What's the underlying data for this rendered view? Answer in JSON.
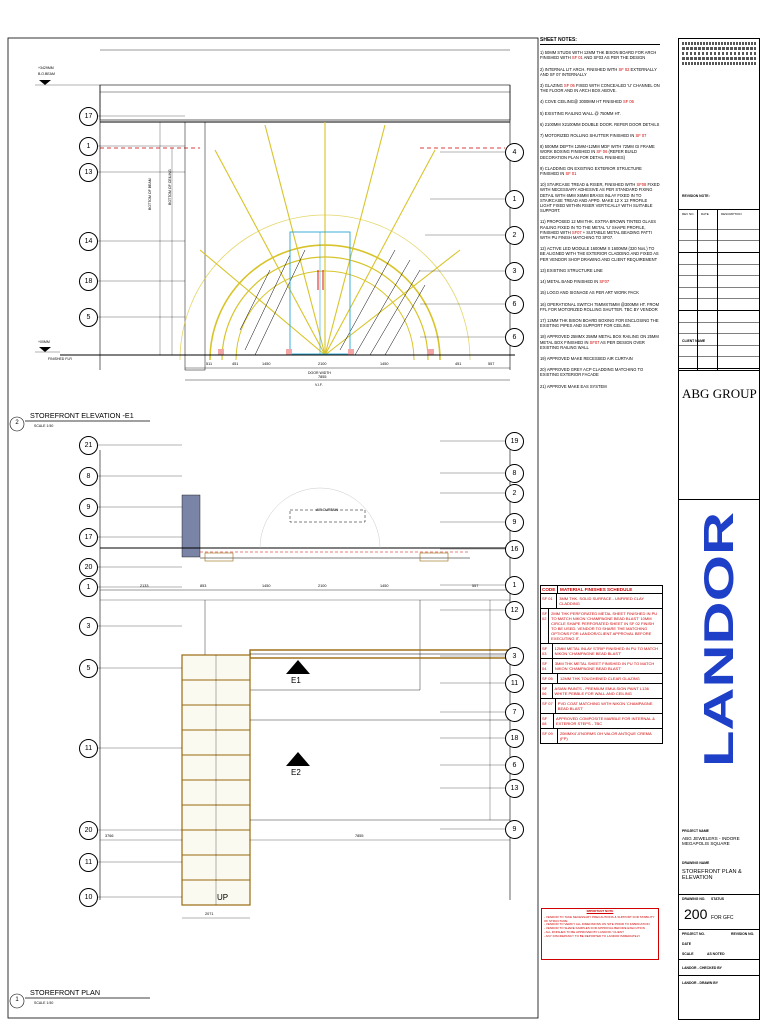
{
  "drawing": {
    "top_view_title": "STOREFRONT ELEVATION -E1",
    "top_view_number": "2",
    "top_view_scale": "SCALE 1:50",
    "bottom_view_title": "STOREFRONT PLAN",
    "bottom_view_number": "1",
    "bottom_view_scale": "SCALE 1:50",
    "level_top": "+3429MM",
    "level_top_sub": "B.O.BEAM",
    "level_bottom": "+00MM",
    "level_bottom_sub": "FINISHED FLR",
    "arch_labels": [
      "BOTTOM OF BEAM",
      "BOTTOM OF CEILING"
    ],
    "door_width": "DOOR WIDTH",
    "air_curtain": "AIR CURTAIN",
    "e1_label": "E1",
    "e2_label": "E2",
    "up_label": "UP",
    "vif": "V.I.F.",
    "elev_dims": [
      "511",
      "451",
      "1450",
      "2100",
      "1450",
      "451",
      "557",
      "7855"
    ],
    "plan_dims": [
      "2133",
      "853",
      "1450",
      "2100",
      "1450",
      "557",
      "3766",
      "7855",
      "2071"
    ],
    "elev_tags_left": [
      "17",
      "1",
      "13",
      "14",
      "18",
      "5"
    ],
    "elev_tags_right": [
      "4",
      "1",
      "2",
      "3",
      "6",
      "6"
    ],
    "plan_tags_left": [
      "21",
      "8",
      "9",
      "17",
      "20",
      "1",
      "3",
      "5",
      "11",
      "20",
      "11",
      "10"
    ],
    "plan_tags_right": [
      "19",
      "8",
      "2",
      "9",
      "16",
      "1",
      "12",
      "3",
      "11",
      "7",
      "18",
      "6",
      "13",
      "9"
    ]
  },
  "notes": {
    "heading": "SHEET NOTES:",
    "items": [
      {
        "pre": "1) 50MM STUDS WITH 12MM THK BISON BOARD FOR ARCH FINISHED WITH ",
        "ref": "SF 01",
        "post": " AND SF03 AS PER THE DESIGN"
      },
      {
        "pre": "2) INTERNAL LIT ARCH. FINISHED WITH ",
        "ref": "SF 02",
        "post": " EXTERNALLY AND SF 07 INTERNALLY"
      },
      {
        "pre": "3) GLAZING ",
        "ref": "SF 05",
        "post": " FIXED WITH CONCEALED 'U' CHANNEL ON THE FLOOR AND IN ARCH BOX ABOVE."
      },
      {
        "pre": "4) COVE CEILING@ 3000MM HT FINISHED ",
        "ref": "SF 06",
        "post": ""
      },
      {
        "pre": "5) EXISTING RAILING WALL @ 750MM HT.",
        "ref": "",
        "post": ""
      },
      {
        "pre": "6) 2100MM X2100MM DOUBLE DOOR. REFER DOOR DETAILS",
        "ref": "",
        "post": ""
      },
      {
        "pre": "7) MOTORIZED ROLLING SHUTTER FINISHED IN ",
        "ref": "SF 07",
        "post": ""
      },
      {
        "pre": "8) 500MM DEPTH 12MM+12MM MDF WITH 72MM GI FRAME WORK BOXING FINISHED IN ",
        "ref": "SF 06",
        "post": " (REFER BUILD DECORATION PLAN FOR DETAIL FINISHES)"
      },
      {
        "pre": "9) CLADDING ON EXISTING EXTERIOR STRUCTURE FINISHED IN ",
        "ref": "SF 01",
        "post": ""
      },
      {
        "pre": "10) STAIRCASE TREAD & RISER, FINISHED WITH ",
        "ref": "SF08",
        "post": " FIXED WITH NECESSARY ADHESIVE AS PER STANDARD FIXING DETAIL WITH 6MM X6MM BRASS INLAY FIXED IN TO STAIRCASE TREAD AND APPD. MAKE 12 X 12 PROFILE LIGHT FIXED WITHIN RISER VERTICALLY WITH SUITABLE SUPPORT."
      },
      {
        "pre": "11) PROPOSED 12 MM THK. EXTRA BROWN TINTED GLASS RAILING FIXED IN TO THE METAL 'U' SHAPE PROFILE, FINISHED WITH ",
        "ref": "SF07",
        "post": " + SUITABLE METAL BEADING PATTI WITH PU FINISH MATCHING TO SF07."
      },
      {
        "pre": "12) ACTIVE LED MODULE 1600MM X 1600MM (320 Nos.) TO BE ALIGNED WITH THE EXTERIOR CLADDING AND FIXED AS PER VENDOR SHOP DRAWING AND CLIENT REQUIREMENT",
        "ref": "",
        "post": ""
      },
      {
        "pre": "13) EXISTING STRUCTURE LINE",
        "ref": "",
        "post": ""
      },
      {
        "pre": "14) METAL BAND FINISHED IN ",
        "ref": "SF07",
        "post": ""
      },
      {
        "pre": "15) LOGO AND SIGNAGE AS PER ART WORK PACK",
        "ref": "",
        "post": ""
      },
      {
        "pre": "16) OPERATIONAL SWITCH 75MMX75MM @300MM HT. FROM FFL FOR MOTORIZED ROLLING SHUTTER. TBC BY VENDOR",
        "ref": "",
        "post": ""
      },
      {
        "pre": "17) 12MM THK BISON BOARD BOXING FOR ENCLOSING THE EXISTING PIPES AND SUPPORT FOR CEILING.",
        "ref": "",
        "post": ""
      },
      {
        "pre": "18) APPROVED 25MMX 25MM METAL BOX RAILING ON 25MM METAL BOX FINISHED IN ",
        "ref": "SF07",
        "post": " AS PER DESIGN OVER EXISTING RAILING WALL"
      },
      {
        "pre": "19) APPROVED MAKE RECESSED AIR CURTAIN",
        "ref": "",
        "post": ""
      },
      {
        "pre": "20) APPROVED GREY ACP CLADDING MATCHING TO EXISTING EXTERIOR FACADE",
        "ref": "",
        "post": ""
      },
      {
        "pre": "21) APPROVE MAKE EAS SYSTEM",
        "ref": "",
        "post": ""
      }
    ]
  },
  "materials": {
    "code_header": "CODE",
    "title": "MATERIAL FINISHES SCHEDULE",
    "rows": [
      {
        "code": "SF 01",
        "desc": "3MM THK. SOLID SURFACE - UNFIRED CLAY CLADDING"
      },
      {
        "code": "SF 02",
        "desc": "2MM THK PERFORATED METAL SHEET FINISHED IN PU TO MATCH NIKON 'CHAMPAGNE BEAD BLAST' 10MM CIRCLE SHAPE PERFORATED SHEET IN SF 02 FINISH TO BE USED. VENDOR TO SHARE THE MATCHING OPTIONS FOR LANDOR/CLIENT APPROVAL BEFORE EXECUTING IT."
      },
      {
        "code": "SF 03",
        "desc": "12MM METAL INLAY STRIP FINISHED IN PU TO MATCH NIKON 'CHAMPAGNE BEAD BLAST'"
      },
      {
        "code": "SF 04",
        "desc": "3MM THK METAL SHEET FINISHED IN PU TO MATCH NIKON 'CHAMPAGNE BEAD BLAST'"
      },
      {
        "code": "SF 05",
        "desc": "12MM THK TOUGHENED CLEAR GLAZING"
      },
      {
        "code": "SF 06",
        "desc": "ASIAN PAINTS - PREMIUM EMULSION PAINT L136 WHITE PEBBLE FOR WALL AND CEILING"
      },
      {
        "code": "SF 07",
        "desc": "PVD COAT MATCHING WITH NIKON 'CHAMPAGNE BEAD BLAST'"
      },
      {
        "code": "SF 08",
        "desc": "APPROVED COMPOSITE MARBLE FOR INTERNAL & EXTERIOR STEPS - TBC"
      },
      {
        "code": "SF 09",
        "desc": "20MMX4'-0'NORMS OH VALOR ANTIQUE CREMA (FP)"
      }
    ]
  },
  "important": {
    "title": "IMPORTANT NOTE",
    "lines": [
      "- VENDOR TO TAKE NECESSARY PRECAUTIONS & SUPPORT FOR STABILITY OF STRUCTURE",
      "- VENDOR TO VERIFY ALL DIMENSIONS ON SITE PRIOR TO FABRICATION",
      "- VENDOR TO SHARE SAMPLES FOR APPROVAL BEFORE EXECUTION",
      "- ALL FINISHES TO BE APPROVED BY LANDOR / CLIENT",
      "- ANY DISCREPANCY TO BE REPORTED TO LANDOR IMMEDIATELY"
    ]
  },
  "title_block": {
    "revision_note": "REVISION NOTE:",
    "rev_cols": [
      "REV NO.",
      "DATE",
      "DESCRIPTION"
    ],
    "client_name_label": "CLIENT NAME",
    "client_name": "ABG GROUP",
    "brand": "LANDOR",
    "project_label": "PROJECT NAME",
    "project": "ABG JEWELERS - INDORE MEGAPOLIS SQUARE",
    "drawing_label": "DRAWING NAME",
    "drawing_name": "STOREFRONT PLAN & ELEVATION",
    "drawing_no_label": "DRAWING NO.",
    "drawing_no": "200",
    "status_label": "STATUS",
    "status": "FOR GFC",
    "project_no_label": "PROJECT NO.",
    "revision_no_label": "REVISION NO.",
    "date_label": "DATE",
    "scale_label": "SCALE",
    "scale": "AS NOTED",
    "checked_by": "LANDOR - CHECKED BY",
    "drawn_by": "LANDOR - DRAWN BY"
  },
  "colors": {
    "arch": "#d8c42a",
    "ref_red": "#d00000",
    "brand_blue": "#1e3fc8",
    "step_brown": "#9a6a10",
    "door_cyan": "#2aa6d6"
  }
}
